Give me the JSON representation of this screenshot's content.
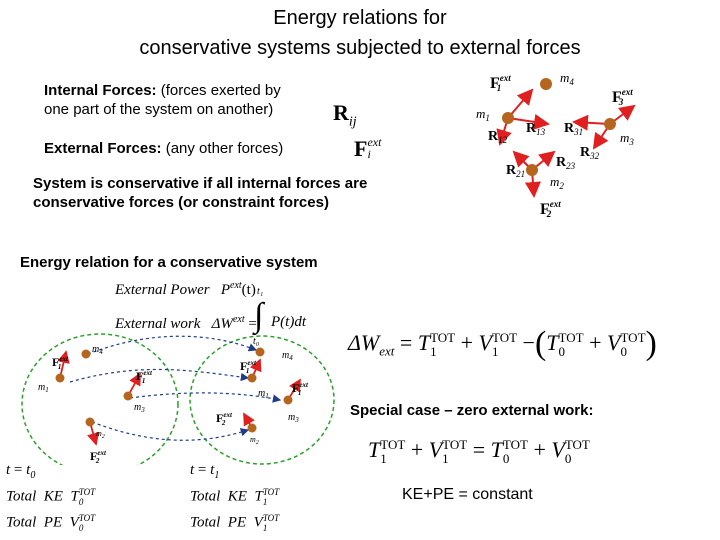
{
  "title": {
    "line1": "Energy relations for",
    "line2": "conservative systems subjected to external forces"
  },
  "internal": {
    "label": "Internal Forces:",
    "desc1": " (forces exerted by",
    "desc2": "one part of the system on another)",
    "symbol": "R",
    "symbol_sub": "ij"
  },
  "external": {
    "label": "External Forces:",
    "desc": " (any other forces)",
    "symbol": "F",
    "symbol_sup": "ext",
    "symbol_sub": "i"
  },
  "conservative": {
    "line1": "System is conservative if all internal forces are",
    "line2": "conservative forces (or constraint forces)"
  },
  "energy_heading": "Energy relation for a conservative system",
  "power": {
    "label": "External Power",
    "symbol": "P",
    "sup": "ext",
    "arg": "(t)"
  },
  "work": {
    "label": "External work",
    "lhs": "ΔW",
    "lhs_sup": "ext",
    "eq": "=",
    "integral": "∫",
    "upper": "t₁",
    "lower": "t₀",
    "integrand": "P(t)dt"
  },
  "main_eq": {
    "lhs": "ΔW",
    "lhs_sub": "ext",
    "eq": "=",
    "T1": "T",
    "T1_sup": "TOT",
    "T1_sub": "1",
    "plus1": "+",
    "V1": "V",
    "V1_sup": "TOT",
    "V1_sub": "1",
    "minus": "−",
    "T0": "T",
    "T0_sup": "TOT",
    "T0_sub": "0",
    "plus2": "+",
    "V0": "V",
    "V0_sup": "TOT",
    "V0_sub": "0"
  },
  "special": {
    "label": "Special case – zero external work:",
    "eq_T1": "T",
    "eq_V1": "V",
    "eq_T0": "T",
    "eq_V0": "V",
    "sup": "TOT",
    "plus": "+",
    "eq": "="
  },
  "constant": "KE+PE = constant",
  "time0": {
    "t": "t",
    "eq": "=",
    "val": "t",
    "sub": "0"
  },
  "time1": {
    "t": "t",
    "eq": "=",
    "val": "t",
    "sub": "1"
  },
  "totals0": {
    "ke": "Total  KE",
    "ke_sym": "T",
    "pe": "Total  PE",
    "pe_sym": "V",
    "sup": "TOT",
    "sub": "0"
  },
  "totals1": {
    "ke": "Total  KE",
    "ke_sym": "T",
    "pe": "Total  PE",
    "pe_sym": "V",
    "sup": "TOT",
    "sub": "1"
  },
  "top_diagram": {
    "F1": "F",
    "F1_sup": "ext",
    "F1_sub": "1",
    "F3": "F",
    "F3_sup": "ext",
    "F3_sub": "3",
    "F2": "F",
    "F2_sup": "ext",
    "F2_sub": "2",
    "m1": "m",
    "m1_sub": "1",
    "m2": "m",
    "m2_sub": "2",
    "m3": "m",
    "m3_sub": "3",
    "m4": "m",
    "m4_sub": "4",
    "R12": "R",
    "R12_sub": "12",
    "R13": "R",
    "R13_sub": "13",
    "R31": "R",
    "R31_sub": "31",
    "R32": "R",
    "R32_sub": "32",
    "R21": "R",
    "R21_sub": "21",
    "R23": "R",
    "R23_sub": "23"
  },
  "left_diagram": {
    "F1": "F",
    "F1_sup": "ext",
    "F1_sub": "1",
    "F_mid": "F",
    "F_mid_sup": "ext",
    "F_mid_sub": "1",
    "F2": "F",
    "F2_sup": "ext",
    "F2_sub": "2",
    "m1": "m",
    "m1_sub": "1",
    "m2": "m",
    "m2_sub": "2",
    "m3": "m",
    "m3_sub": "3",
    "m4": "m",
    "m4_sub": "4"
  },
  "right_diagram": {
    "F1": "F",
    "F1_sup": "ext",
    "F1_sub": "1",
    "F3": "F",
    "F3_sup": "ext",
    "F3_sub": "1",
    "F2": "F",
    "F2_sup": "ext",
    "F2_sub": "2",
    "m1": "m",
    "m1_sub": "1",
    "m2": "m",
    "m2_sub": "2",
    "m3": "m",
    "m3_sub": "3",
    "m4": "m",
    "m4_sub": "4"
  },
  "colors": {
    "mass": "#b5651d",
    "force": "#e02020",
    "circle": "#2aa02a",
    "path": "#1f3d8a"
  }
}
